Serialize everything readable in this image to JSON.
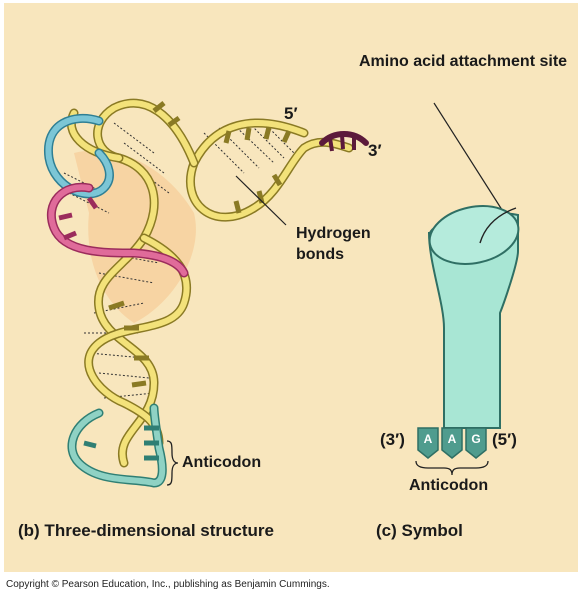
{
  "colors": {
    "background": "#f8e6bd",
    "backbone": "#f3e27a",
    "backbone_outline": "#8a7a24",
    "acceptor_end": "#5c1a3b",
    "d_loop": "#e06b9a",
    "top_loop": "#7cc6d6",
    "anticodon_loop": "#8fd2c4",
    "symbol_body": "#a8e6d4"
  },
  "labels": {
    "amino_acid_site": "Amino acid attachment site",
    "five_prime": "5′",
    "three_prime": "3′",
    "hydrogen_bonds": "Hydrogen bonds",
    "anticodon_left": "Anticodon",
    "three_prime_symbol": "(3′)",
    "five_prime_symbol": "(5′)",
    "anticodon_right": "Anticodon"
  },
  "anticodon_bases": [
    "A",
    "A",
    "G"
  ],
  "captions": {
    "panel_b": "(b) Three-dimensional structure",
    "panel_c": "(c) Symbol"
  },
  "copyright": "Copyright © Pearson Education, Inc., publishing as Benjamin Cummings."
}
